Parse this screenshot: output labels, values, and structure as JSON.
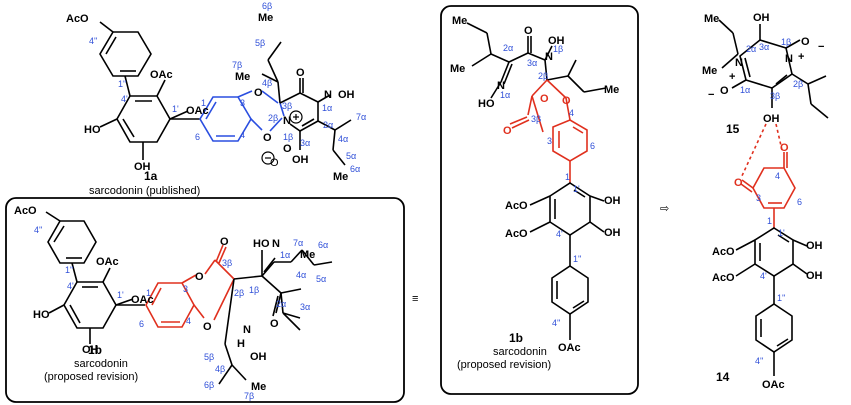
{
  "structures": {
    "s1a": {
      "compound": "1a",
      "name": "sarcodonin (published)",
      "groups": {
        "aco_top": "AcO",
        "oac_1": "OAc",
        "oac_2": "OAc",
        "ho_1": "HO",
        "oh_1": "OH",
        "me_top": "Me",
        "me_mid": "Me",
        "oh_n": "OH",
        "n_1a": "N",
        "n_1b": "N",
        "o_1": "O",
        "o_2": "O",
        "o_3": "O",
        "o_4": "O",
        "o_5": "O",
        "oh_3a": "OH",
        "me_bot": "Me"
      },
      "positions": {
        "p4pp": "4''",
        "p1pp": "1''",
        "p4p": "4'",
        "p1p": "1'",
        "p1": "1",
        "p3": "3",
        "p4": "4",
        "p6": "6",
        "p6b": "6β",
        "p5b": "5β",
        "p7b": "7β",
        "p4b": "4β",
        "p3b": "3β",
        "p2b": "2β",
        "p1b": "1β",
        "p1a": "1α",
        "p2a": "2α",
        "p3a": "3α",
        "p7a": "7α",
        "p4a": "4α",
        "p5a": "5α",
        "p6a": "6α"
      }
    },
    "s1b_left": {
      "compound": "1b",
      "name": "sarcodonin",
      "note": "(proposed revision)",
      "groups": {
        "aco_top": "AcO",
        "oac_1": "OAc",
        "oac_2": "OAc",
        "ho_1": "HO",
        "oh_1": "OH",
        "ho_n": "HO",
        "n_1a": "N",
        "me_1": "Me",
        "o_1": "O",
        "o_2": "O",
        "o_3": "O",
        "o_4": "O",
        "nh": "N",
        "h": "H",
        "oh": "OH",
        "me_2": "Me"
      },
      "positions": {
        "p4pp": "4''",
        "p1pp": "1''",
        "p4p": "4'",
        "p1p": "1'",
        "p1": "1",
        "p3": "3",
        "p4": "4",
        "p6": "6",
        "p3b": "3β",
        "p2b": "2β",
        "p1b": "1β",
        "p1a": "1α",
        "p7a": "7α",
        "p4a": "4α",
        "p6a": "6α",
        "p5a": "5α",
        "p2a": "2α",
        "p3a": "3α",
        "p5b": "5β",
        "p4b": "4β",
        "p6b": "6β",
        "p7b": "7β"
      }
    },
    "equiv": "≡",
    "s1b_mid": {
      "compound": "1b",
      "name": "sarcodonin",
      "note": "(proposed revision)",
      "groups": {
        "me_1": "Me",
        "me_2": "Me",
        "o_top": "O",
        "n_1b": "N",
        "oh_n": "OH",
        "n_1a": "N",
        "ho": "HO",
        "o_3b": "O",
        "o_a": "O",
        "o_b": "O",
        "me_3": "Me",
        "aco_1": "AcO",
        "aco_2": "AcO",
        "oh_1": "OH",
        "oh_2": "OH",
        "oac": "OAc"
      },
      "positions": {
        "p2a": "2α",
        "p3a": "3α",
        "p1b": "1β",
        "p2b": "2β",
        "p1a": "1α",
        "p3b": "3β",
        "p4": "4",
        "p3": "3",
        "p6": "6",
        "p1": "1",
        "p1p": "1'",
        "p4p": "4'",
        "p1pp": "1''",
        "p4pp": "4''"
      }
    },
    "arrow": "⇨",
    "s15": {
      "compound": "15",
      "groups": {
        "me_1": "Me",
        "me_2": "Me",
        "oh_top": "OH",
        "n_2a": "N",
        "n_1b": "N",
        "o_m1": "O",
        "o_m2": "O",
        "plus_1": "+",
        "plus_2": "+",
        "minus_1": "−",
        "minus_2": "−",
        "oh_3b": "OH"
      },
      "positions": {
        "p3a": "3α",
        "p1b": "1β",
        "p2a": "2α",
        "p2b": "2β",
        "p1a": "1α",
        "p3b": "3β"
      }
    },
    "s14": {
      "compound": "14",
      "groups": {
        "o_a": "O",
        "o_b": "O",
        "aco_1": "AcO",
        "aco_2": "AcO",
        "oh_1": "OH",
        "oh_2": "OH",
        "oac": "OAc"
      },
      "positions": {
        "p4": "4",
        "p3": "3",
        "p6": "6",
        "p1": "1",
        "p1p": "1'",
        "p4p": "4'",
        "p1pp": "1''",
        "p4pp": "4''"
      }
    }
  }
}
